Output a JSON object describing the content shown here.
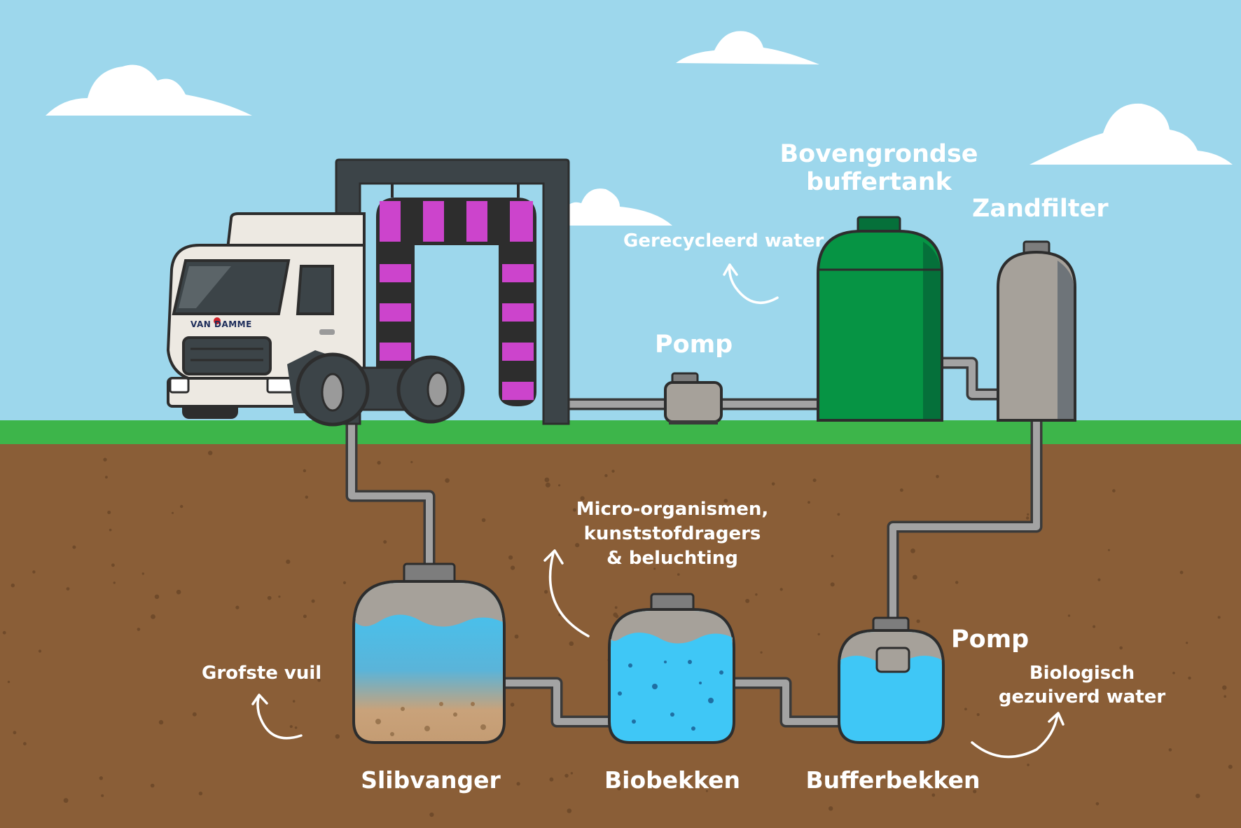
{
  "colors": {
    "sky": "#9dd7ec",
    "grass": "#3db54a",
    "soil": "#8a5e37",
    "pipe": "#9a9a9a",
    "water": "#3fc7f6",
    "buffer_tank": "#069444",
    "brush": "#cc44cc",
    "outline": "#2d2d2d"
  },
  "labels": {
    "buffer_tank_line1": "Bovengrondse",
    "buffer_tank_line2": "buffertank",
    "sand_filter": "Zandfilter",
    "recycled_water": "Gerecycleerd water",
    "pump_top": "Pomp",
    "micro_line1": "Micro-organismen,",
    "micro_line2": "kunststofdragers",
    "micro_line3": "& beluchting",
    "pump_bottom": "Pomp",
    "bio_clean_line1": "Biologisch",
    "bio_clean_line2": "gezuiverd water",
    "coarse_dirt": "Grofste vuil",
    "sludge_trap": "Slibvanger",
    "bio_basin": "Biobekken",
    "buffer_basin": "Bufferbekken"
  },
  "truck": {
    "brand": "VAN DAMME"
  },
  "icons": [
    "cloud-icon",
    "truck-icon",
    "car-wash-icon",
    "pump-icon",
    "tank-icon",
    "arrow-icon"
  ]
}
